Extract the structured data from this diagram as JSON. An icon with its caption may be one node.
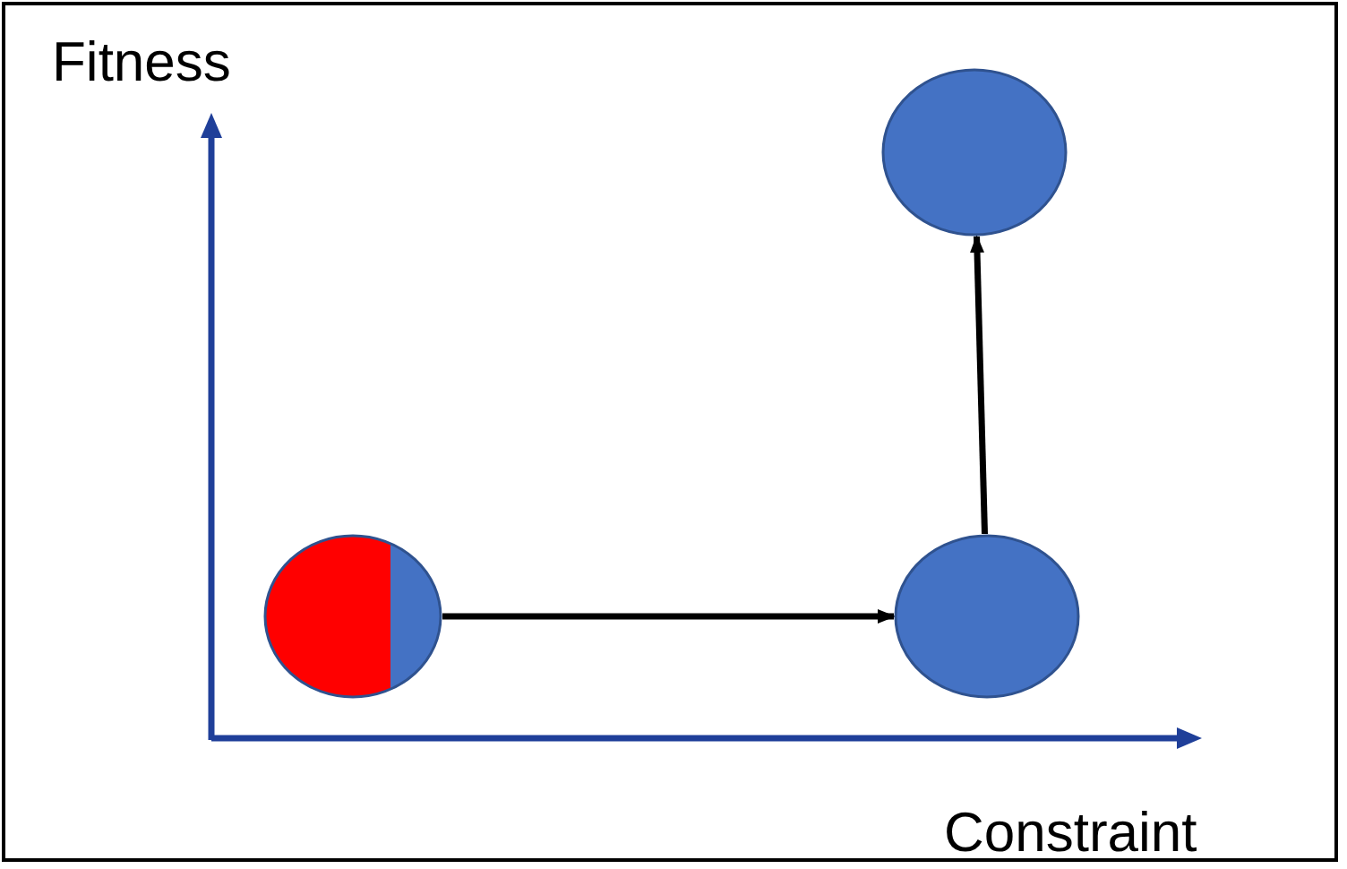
{
  "diagram": {
    "nodes": [
      {
        "text": [],
        "shape": "circle"
      },
      {
        "text": [],
        "shape": "circle"
      },
      {
        "text": [],
        "shape": "circle"
      }
    ],
    "edges": [
      {
        "from": 0,
        "to": 1,
        "arrow": "to"
      },
      {
        "from": 1,
        "to": 2,
        "arrow": "to"
      }
    ],
    "labels": [
      "Fitness",
      "Constraint"
    ]
  }
}
